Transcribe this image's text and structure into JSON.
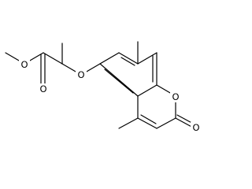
{
  "molecule": {
    "atom_labels": {
      "ester_o": "O",
      "carbonyl_o": "O",
      "ether_o": "O",
      "ring_o": "O",
      "lactone_o": "O"
    }
  }
}
